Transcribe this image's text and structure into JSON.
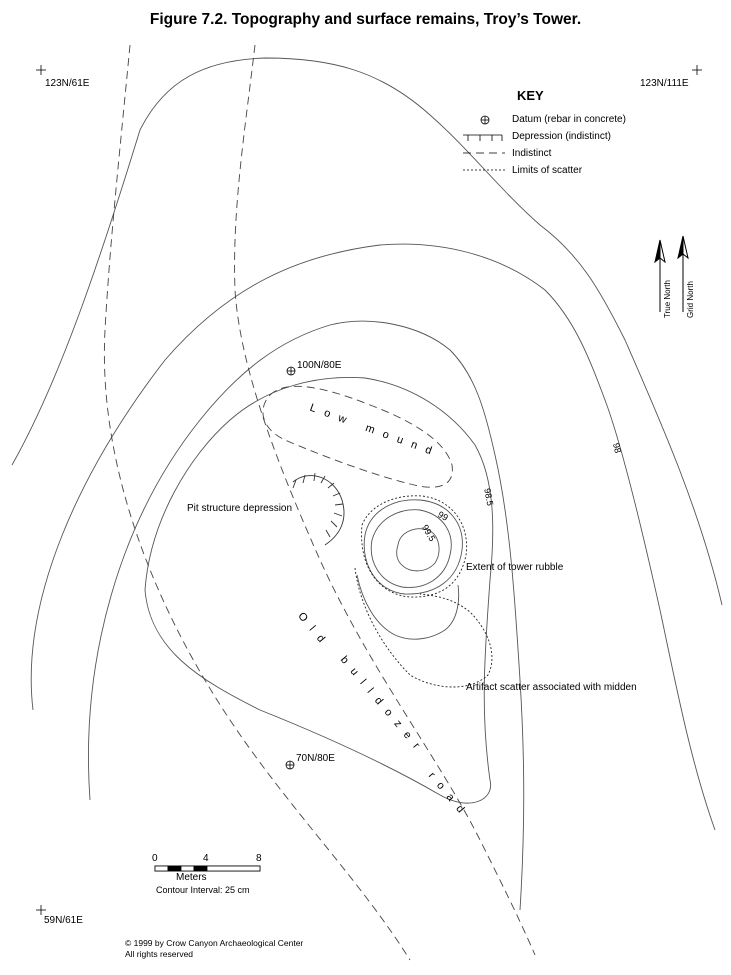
{
  "title": "Figure 7.2.  Topography and surface remains, Troy’s Tower.",
  "corners": {
    "top_left": "123N/61E",
    "top_right": "123N/111E",
    "bottom_left": "59N/61E"
  },
  "key": {
    "title": "KEY",
    "items": [
      {
        "symbol": "datum-icon",
        "label": "Datum (rebar in concrete)"
      },
      {
        "symbol": "depression-line-icon",
        "label": "Depression (indistinct)"
      },
      {
        "symbol": "dashed-line-icon",
        "label": "Indistinct"
      },
      {
        "symbol": "dotted-line-icon",
        "label": "Limits of scatter"
      }
    ]
  },
  "north_arrows": {
    "true_north": "True North",
    "grid_north": "Grid North"
  },
  "datums": [
    "100N/80E",
    "70N/80E"
  ],
  "contours": {
    "c98": "98",
    "c98_5": "98.5",
    "c99": "99",
    "c99_5": "99.5"
  },
  "features": {
    "low_mound": "Low mound",
    "pit_structure": "Pit structure depression",
    "tower_rubble": "Extent of tower rubble",
    "artifact_scatter": "Artifact scatter associated with midden",
    "road_word1": "Old",
    "road_word2": "bulldozer",
    "road_word3": "road"
  },
  "scale_bar": {
    "ticks": [
      "0",
      "4",
      "8"
    ],
    "unit": "Meters",
    "contour_interval": "Contour Interval: 25 cm"
  },
  "copyright": {
    "line1": "© 1999 by Crow Canyon Archaeological Center",
    "line2": "All rights reserved"
  }
}
